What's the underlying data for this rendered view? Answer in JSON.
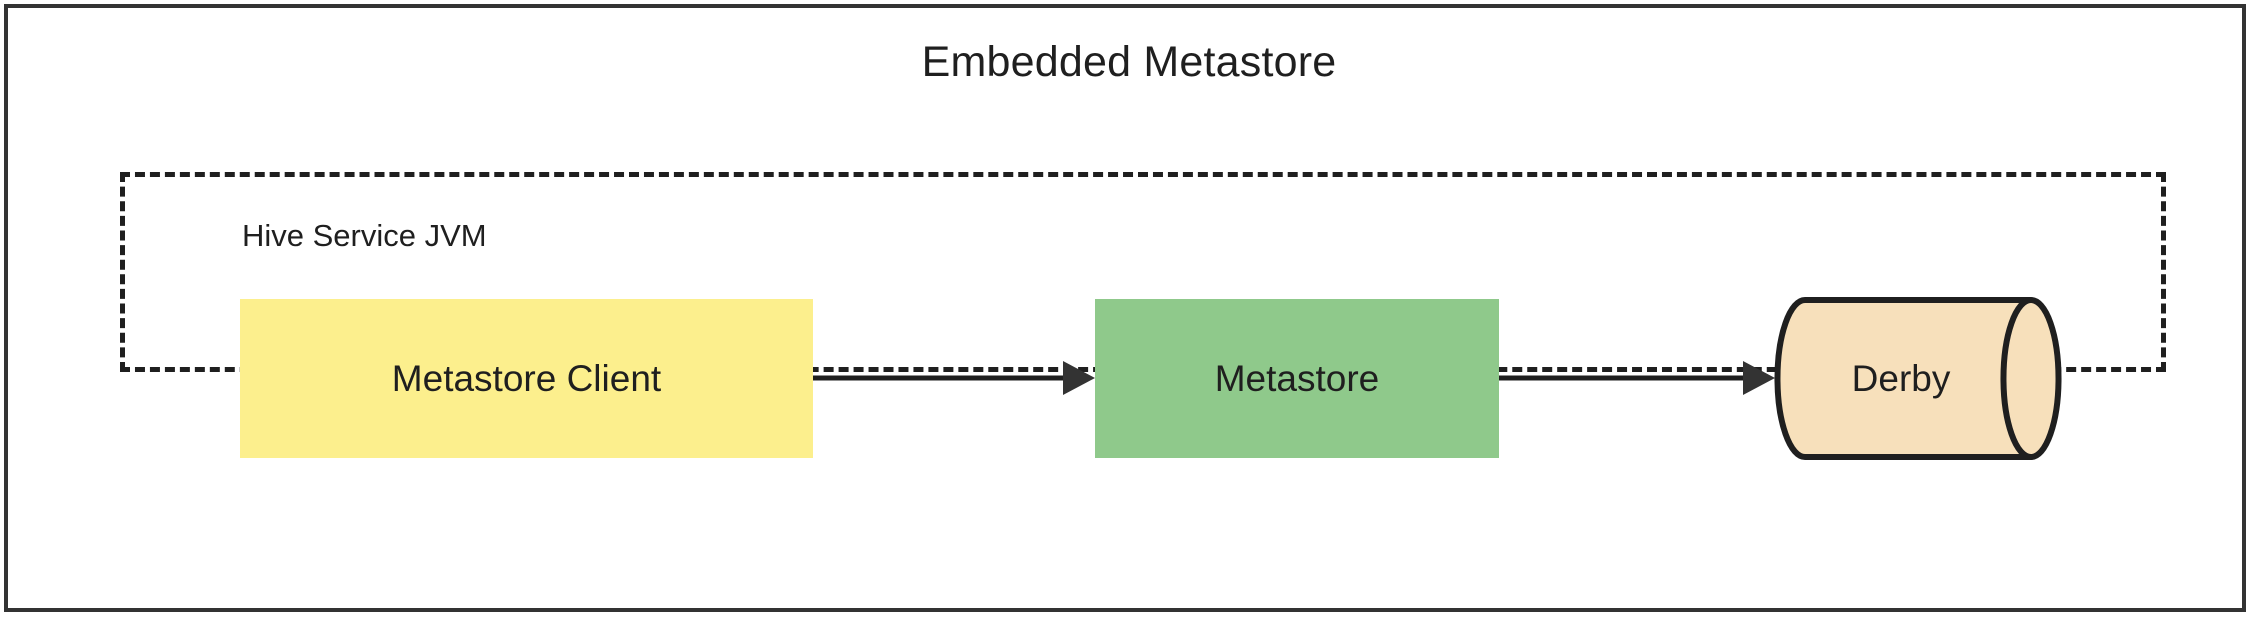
{
  "diagram": {
    "title": "Embedded Metastore",
    "type": "flowchart",
    "colors": {
      "frame_border": "#333333",
      "text": "#1f1f1f",
      "node_yellow": "#fcef8d",
      "node_green": "#8fc98b",
      "node_tan": "#f7e0bb",
      "edge": "#1f1f1f",
      "background": "#ffffff"
    },
    "container": {
      "label": "Hive Service JVM",
      "border_style": "dashed"
    },
    "nodes": [
      {
        "id": "metastore-client",
        "label": "Metastore Client",
        "shape": "rectangle",
        "fill": "#fcef8d"
      },
      {
        "id": "metastore",
        "label": "Metastore",
        "shape": "rectangle",
        "fill": "#8fc98b"
      },
      {
        "id": "derby",
        "label": "Derby",
        "shape": "cylinder",
        "fill": "#f7e0bb"
      }
    ],
    "edges": [
      {
        "id": "edge-1",
        "from": "metastore-client",
        "to": "metastore",
        "label": "",
        "arrowhead": "solid-triangle"
      },
      {
        "id": "edge-2",
        "from": "metastore",
        "to": "derby",
        "label": "",
        "arrowhead": "solid-triangle"
      }
    ]
  }
}
